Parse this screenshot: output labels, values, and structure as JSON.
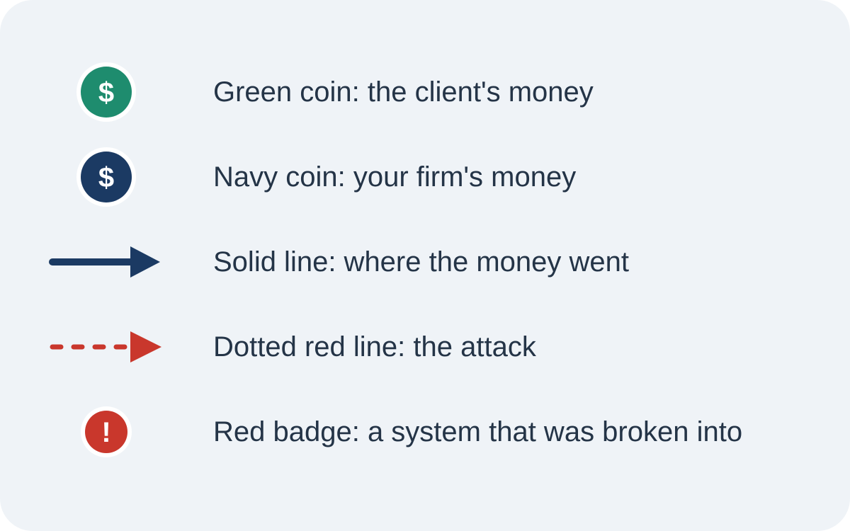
{
  "legend": {
    "items": [
      {
        "symbol": "green-coin-icon",
        "label": "Green coin: the client's money",
        "glyph": "$",
        "color": "#1e8c6e"
      },
      {
        "symbol": "navy-coin-icon",
        "label": "Navy coin: your firm's money",
        "glyph": "$",
        "color": "#1b3a63"
      },
      {
        "symbol": "solid-arrow-icon",
        "label": "Solid line: where the money went",
        "color": "#1b3a63"
      },
      {
        "symbol": "dotted-red-arrow-icon",
        "label": "Dotted red line: the attack",
        "color": "#c9372c"
      },
      {
        "symbol": "red-badge-icon",
        "label": "Red badge: a system that was broken into",
        "glyph": "!",
        "color": "#c9372c"
      }
    ]
  }
}
